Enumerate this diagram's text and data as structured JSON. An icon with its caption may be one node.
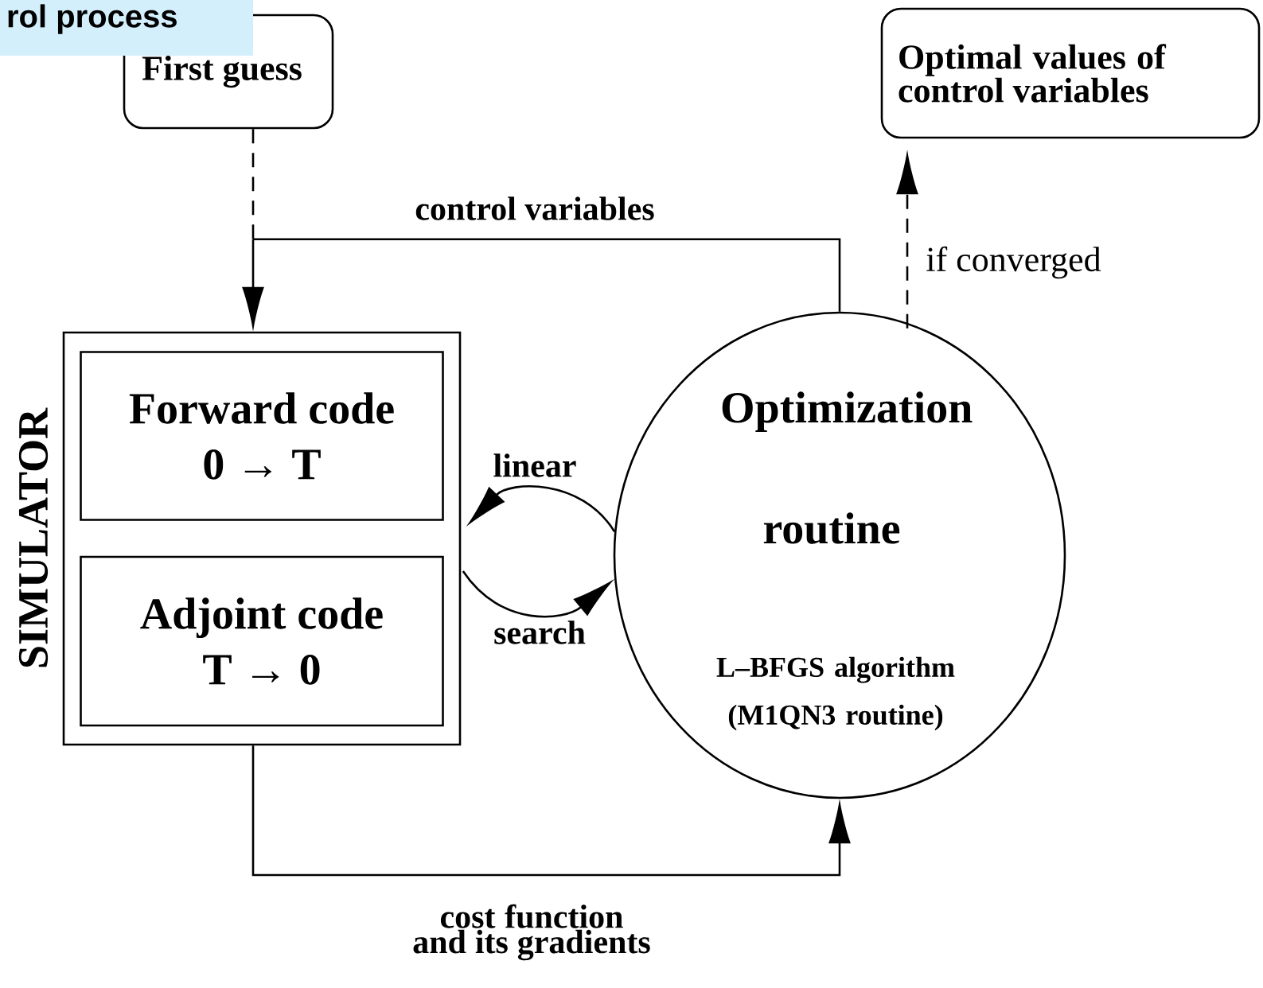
{
  "diagram": {
    "title": "rol process",
    "nodes": [
      {
        "text": [
          "First guess"
        ]
      },
      {
        "text": [
          "Optimal values of control variables"
        ]
      },
      {
        "text": [
          "SIMULATOR"
        ]
      },
      {
        "text": [
          "Forward code",
          "0 → T"
        ],
        "in": 2
      },
      {
        "text": [
          "Adjoint code",
          "T → 0"
        ],
        "in": 2
      },
      {
        "text": [
          "Optimization routine",
          "L–BFGS algorithm (M1QN3 routine)"
        ]
      }
    ],
    "edges": [
      {
        "from": 0,
        "to": 2,
        "arrow": "to",
        "style": "dashed"
      },
      {
        "from": 5,
        "to": 2,
        "arrow": "to",
        "label": "control variables"
      },
      {
        "from": 5,
        "to": 3,
        "arrow": "to",
        "label": "linear"
      },
      {
        "from": 4,
        "to": 5,
        "arrow": "to",
        "label": "search"
      },
      {
        "from": 2,
        "to": 5,
        "arrow": "to",
        "label": "cost function and its gradients"
      },
      {
        "from": 5,
        "to": 1,
        "arrow": "to",
        "style": "dashed",
        "label": "if converged"
      }
    ]
  }
}
